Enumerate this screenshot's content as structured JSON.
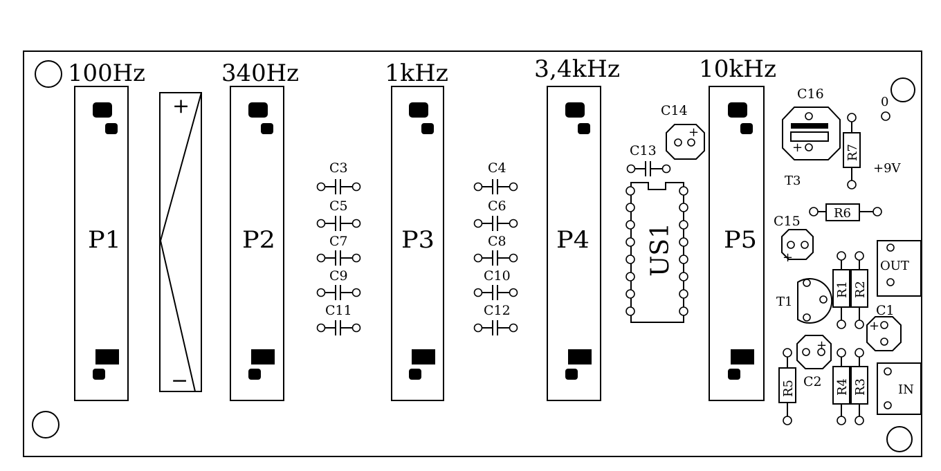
{
  "frequencies": [
    "100Hz",
    "340Hz",
    "1kHz",
    "3,4kHz",
    "10kHz"
  ],
  "potentiometers": [
    "P1",
    "P2",
    "P3",
    "P4",
    "P5"
  ],
  "slider_scale": {
    "plus": "+",
    "minus": "−"
  },
  "caps_left": [
    "C3",
    "C5",
    "C7",
    "C9",
    "C11"
  ],
  "caps_right": [
    "C4",
    "C6",
    "C8",
    "C10",
    "C12"
  ],
  "components": {
    "c13": "C13",
    "c14": "C14",
    "c16": "C16",
    "c15": "C15",
    "c1": "C1",
    "c2": "C2",
    "us1": "US1",
    "t3": "T3",
    "t1": "T1",
    "r7": "R7",
    "r6": "R6",
    "r1": "R1",
    "r2": "R2",
    "r3": "R3",
    "r4": "R4",
    "r5": "R5",
    "gnd": "0",
    "vcc": "+9V",
    "out": "OUT",
    "in": "IN",
    "plus": "+"
  }
}
